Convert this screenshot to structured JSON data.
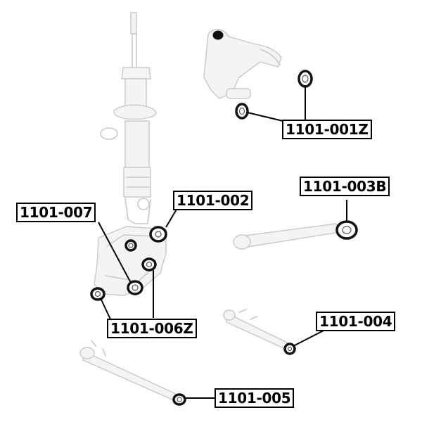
{
  "labels": {
    "l_001Z": "1101-001Z",
    "l_003B": "1101-003B",
    "l_002": "1101-002",
    "l_007": "1101-007",
    "l_004": "1101-004",
    "l_006Z": "1101-006Z",
    "l_005": "1101-005"
  }
}
